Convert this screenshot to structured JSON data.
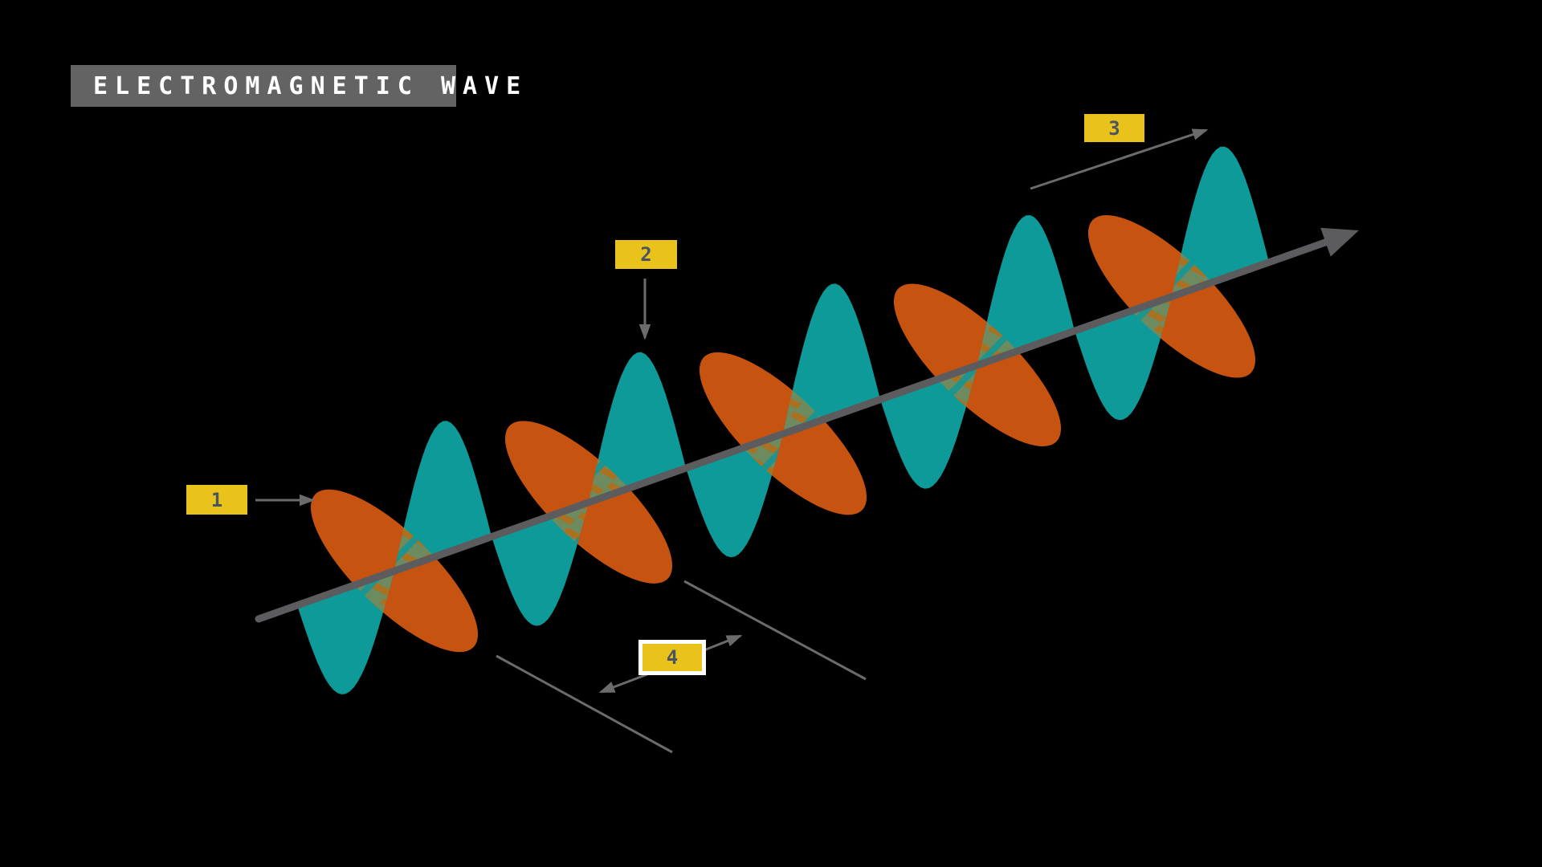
{
  "title": {
    "text": "ELECTROMAGNETIC WAVE"
  },
  "diagram": {
    "type": "electromagnetic-wave",
    "wave": {
      "periods": 5,
      "electric_lobes": 10,
      "magnetic_lobes": 5
    },
    "labels": [
      {
        "id": "1",
        "text": "1"
      },
      {
        "id": "2",
        "text": "2"
      },
      {
        "id": "3",
        "text": "3"
      },
      {
        "id": "4",
        "text": "4"
      }
    ],
    "colors": {
      "background": "#000000",
      "electric_field": "#0E9A99",
      "magnetic_field": "#C65310",
      "axis": "#5C5C5E",
      "annotation": "#6B6B6B",
      "label_background": "#E9C31B",
      "label_text": "#4A5561",
      "label4_border": "#FFFFFF",
      "title_background": "#636363",
      "title_text": "#FFFFFF",
      "overlap_base": "#6E8A5F",
      "overlap_stripe": "#A97120",
      "overlap_teal_stripe": "#1E948F"
    }
  }
}
